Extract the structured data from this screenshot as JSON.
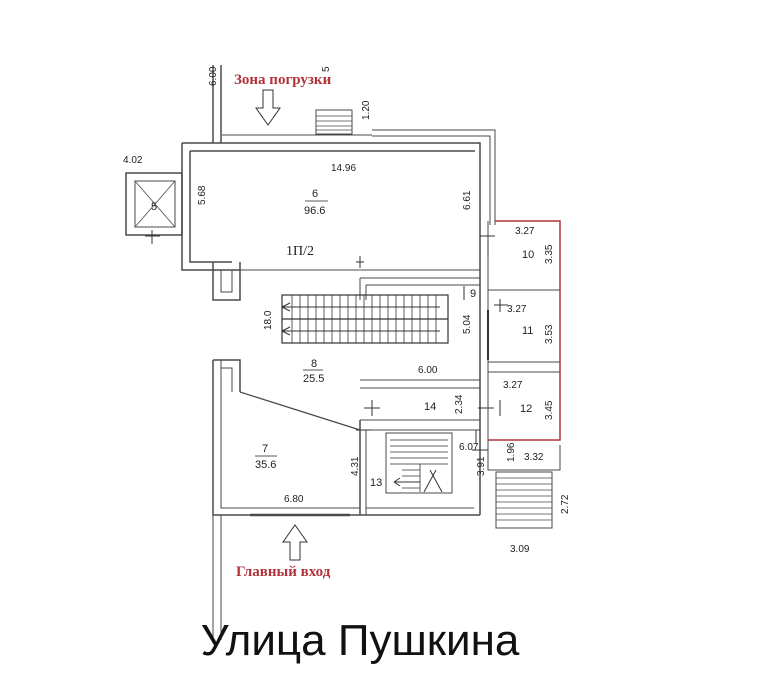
{
  "labels": {
    "loading_zone": "Зона погрузки",
    "main_entrance": "Главный вход",
    "street": "Улица Пушкина",
    "floor_tag": "1П/2"
  },
  "rooms": {
    "r5": {
      "number": "5"
    },
    "r6": {
      "number": "6",
      "area": "96.6"
    },
    "r7": {
      "number": "7",
      "area": "35.6"
    },
    "r8": {
      "number": "8",
      "area": "25.5"
    },
    "r9": {
      "number": "9"
    },
    "r10": {
      "number": "10"
    },
    "r11": {
      "number": "11"
    },
    "r12": {
      "number": "12"
    },
    "r13": {
      "number": "13"
    },
    "r14": {
      "number": "14"
    }
  },
  "dimensions": {
    "d_6_00_top": "6.00",
    "d_5_top": "5",
    "d_1_20": "1.20",
    "d_4_02": "4.02",
    "d_5_68": "5.68",
    "d_14_96": "14.96",
    "d_6_61": "6.61",
    "d_3_27_a": "3.27",
    "d_3_35": "3.35",
    "d_18_0": "18.0",
    "d_5_04": "5.04",
    "d_3_27_b": "3.27",
    "d_3_53": "3.53",
    "d_6_00_mid": "6.00",
    "d_3_27_c": "3.27",
    "d_2_34": "2.34",
    "d_3_45": "3.45",
    "d_6_07": "6.07",
    "d_1_96": "1.96",
    "d_3_32": "3.32",
    "d_4_31": "4.31",
    "d_3_91": "3.91",
    "d_6_80": "6.80",
    "d_2_72": "2.72",
    "d_3_09": "3.09"
  },
  "colors": {
    "wall": "#4a4a4a",
    "accent_red": "#b0333a"
  }
}
